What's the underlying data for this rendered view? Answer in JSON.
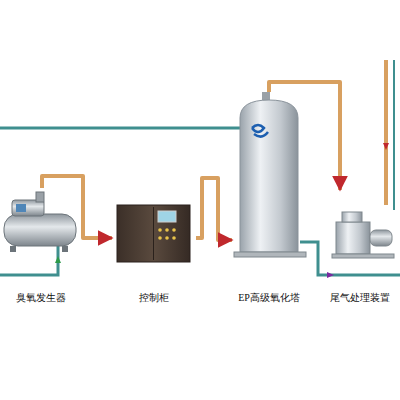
{
  "diagram": {
    "nodes": [
      {
        "text": [
          "臭氧发生器"
        ]
      },
      {
        "text": [
          "控制柜"
        ]
      },
      {
        "text": [
          "EP高级氧化塔"
        ]
      },
      {
        "text": [
          "尾气处理装置"
        ]
      }
    ],
    "edges": [
      {
        "from": 0,
        "to": 1,
        "arrow": "to"
      },
      {
        "from": 1,
        "to": 2,
        "arrow": "to"
      },
      {
        "from": 2,
        "to": 3,
        "arrow": "to"
      }
    ]
  }
}
